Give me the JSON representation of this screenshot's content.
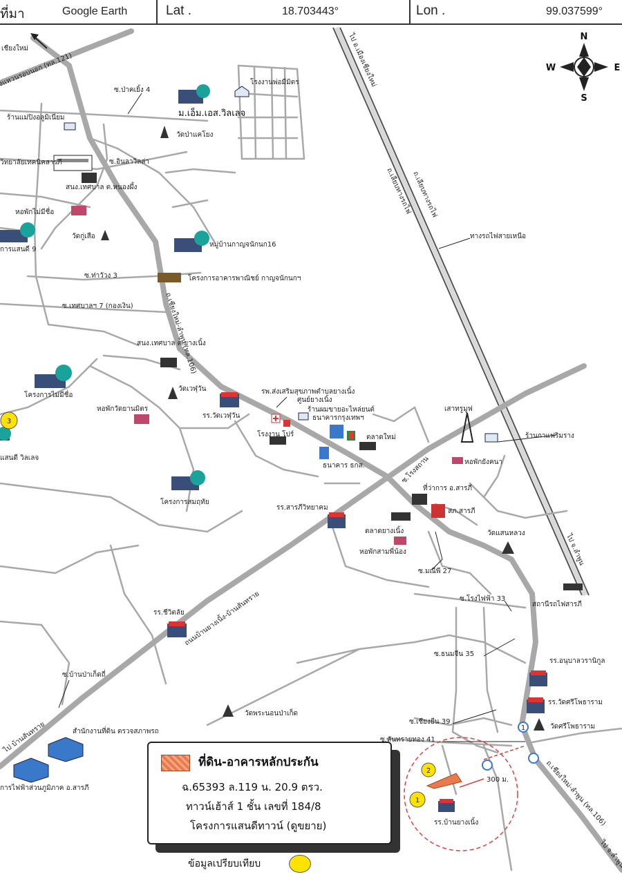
{
  "header": {
    "source_label": "ที่มา",
    "source_value": "Google Earth",
    "lat_label": "Lat .",
    "lat_value": "18.703443°",
    "lon_label": "Lon .",
    "lon_value": "99.037599°"
  },
  "compass": {
    "n": "N",
    "s": "S",
    "e": "E",
    "w": "W"
  },
  "roads": {
    "to_chiangmai": "เชียงใหม่",
    "ring_road": "งแหวนรอบนอก (ทล.121)",
    "to_mueangchiangmai_rail": "ไป อ.เมืองเชียงใหม่",
    "rail_road_1": "ถ.เลียบทางรถไฟ",
    "rail_road_2": "ถ.เลียบทางรถไฟ",
    "rail_line": "ทางรถไฟสายเหนือ",
    "chiangmai_lamphun": "ถ.เชียงใหม่-ลำพูน (ทล.106)",
    "chiangmai_lamphun_2": "ถ.เชียงใหม่-ลำพูน (ทล.106)",
    "diagonal": "ถนนบ้านยางเนิ้ง-บ้านสันทราย",
    "to_lamphun": "ไป จ.ลำพูน",
    "to_lamphun_2": "ไป จ.ลำพูน",
    "to_bansansai": "ไป บ้านสันทราย"
  },
  "sois": {
    "pakhoi4": "ซ.ป่าคเยิ้ง 4",
    "inlavilla": "ซ.อินลาวิลล่า",
    "thawang3": "ซ.ท่าวัวง 3",
    "thetsaban7": "ซ.เทศบาลฯ 7 (กองเงิน)",
    "rongsathan": "ซ.โรงสถาน",
    "maneephi27": "ซ.มณีพี 27",
    "rongfai33": "ซ.โรงไฟฟ้า 33",
    "tonmuen35": "ซ.ธนมจีน 35",
    "chiangyuen39": "ซ.เชียงยืน 39",
    "sansaithong41": "ซ.สันทรายทอง 41",
    "banpakhet": "ซ.บ้านป่าเก็ดถี่"
  },
  "places": {
    "m_village": "ม.เอ็ม.เอส.วิลเลจ",
    "kheetfactory": "โรงงานพ่อมีมิตร",
    "wat_paknoi": "วัดป่าแคโยง",
    "aluminium_shop": "ร้านแม่ปิงอลูมิเนียม",
    "tech_college": "วิทยาลัยเทคนิคสารภี",
    "tessaban_nongphueng": "สนง.เทศบาล ต.หนองผึ้ง",
    "mai_mee_sue_dorm": "หอพักไม่มีชื่อ",
    "wat_kusue": "วัดกู่เสือ",
    "kanda_san9": "การแสนดี 9",
    "moobankarnchanok": "หมู่บ้านกาญจนักนก16",
    "commercial_project": "โครงการอาคารพาณิชย์ กาญจนักนกฯ",
    "tessaban_yangnoeng": "สนง.เทศบาล ต.ยางเนิ้ง",
    "mai_mee_sue_project": "โครงการไม่มีชื่อ",
    "wat_wethuwan": "วัดเวฬุวัน",
    "dorm_mitr": "หอพักวัดยานมิตร",
    "school_wethuwan": "รร.วัดเวฬุวัน",
    "health_hospital": "รพ.ส่งเสริมสุขภาพตำบลยางเนิ้ง",
    "health_center": "ศูนย์ยางเนิ้ง",
    "spare_parts": "ร้านผมขายอะไหล่ยนต์",
    "bangkok_bank": "ธนาคารกรุงเทพฯ",
    "factory_pro": "โรงงาน โปร์",
    "market_new": "ตลาดใหม่",
    "tower": "เสาทรูมูฟ",
    "bank_baac": "ธนาคาร ธกส.",
    "coffee_shop": "ร้านกาแฟริมราง",
    "dorm_sangkhan": "หอพักยังคนา",
    "sandee_village": "แสนดี วิลเลจ",
    "smuthai": "โครงการสมฤทัย",
    "school_saraphi": "รร.สารภีวิทยาคม",
    "district_office": "ที่ว่าการ อ.สารภี",
    "police": "สภ.สารภี",
    "market_yangnoeng": "ตลาดยางเนิ้ง",
    "dorm_samphinong": "หอพักสามพี่น้อง",
    "wat_saenluang": "วัดแสนหลวง",
    "saraphi_station": "สถานีรถไฟสารภี",
    "school_chiralai": "รร.ชีวิตลัย",
    "school_anuban": "รร.อนุบาลวรานิกูล",
    "school_watsriphot": "รร.วัดศรีโพธาราม",
    "wat_sriphot": "วัดศรีโพธาราม",
    "wat_phranon": "วัดพระนอนป่าเก็ด",
    "land_office": "สำนักงานที่ดิน ตรวจสภาพรถ",
    "electric_office": "การไฟฟ้าส่วนภูมิภาค อ.สารภี",
    "school_banyangnoeng": "รร.บ้านยางเนิ้ง",
    "dist_label": "300 ม."
  },
  "markers": {
    "one": "1",
    "two": "2",
    "three": "3",
    "jn": "1"
  },
  "legend": {
    "title": "ที่ดิน-อาคารหลักประกัน",
    "line1": "ฉ.65393 ล.119 น. 20.9 ตรว.",
    "line2": "ทาวน์เฮ้าส์ 1 ชั้น เลขที่ 184/8",
    "line3": "โครงการแสนดีทาวน์ (ดูขยาย)",
    "compare": "ข้อมูลเปรียบเทียบ"
  },
  "colors": {
    "road": "#a8a8a8",
    "rail": "#555555",
    "subject": "#e87a4e",
    "compare_marker": "#ffe200",
    "highlight_circle": "#e04040"
  }
}
